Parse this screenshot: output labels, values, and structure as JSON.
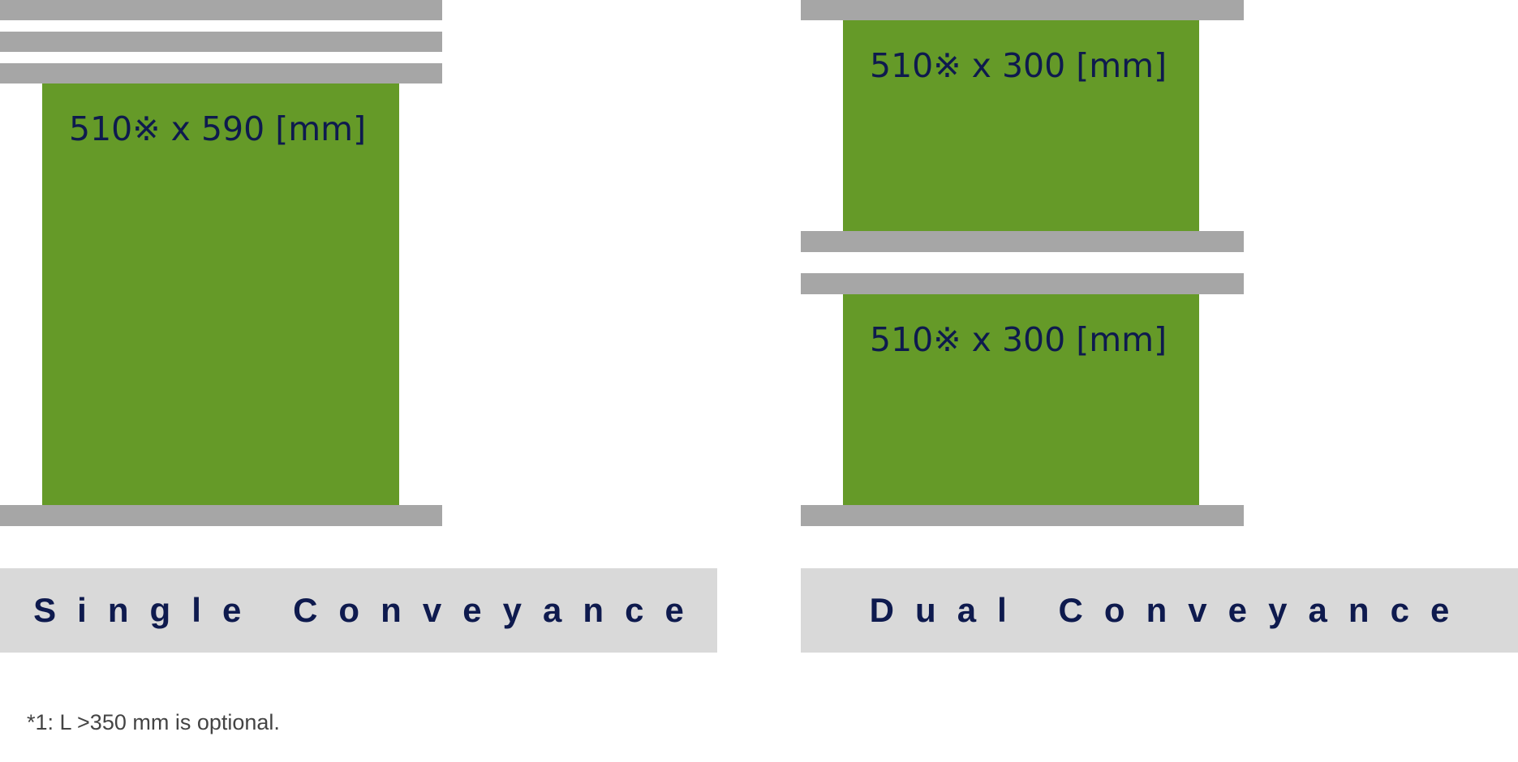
{
  "colors": {
    "panel": "#659a28",
    "rail": "#a6a6a6",
    "label_bg": "#d9d9d9",
    "text": "#0e1a4e"
  },
  "single": {
    "dimension": "510※ x 590 [mm]",
    "label": "Single Conveyance"
  },
  "dual": {
    "upper_dimension": "510※ x 300 [mm]",
    "lower_dimension": "510※ x 300 [mm]",
    "label": "Dual Conveyance"
  },
  "footnote": "*1: L >350 mm is optional."
}
